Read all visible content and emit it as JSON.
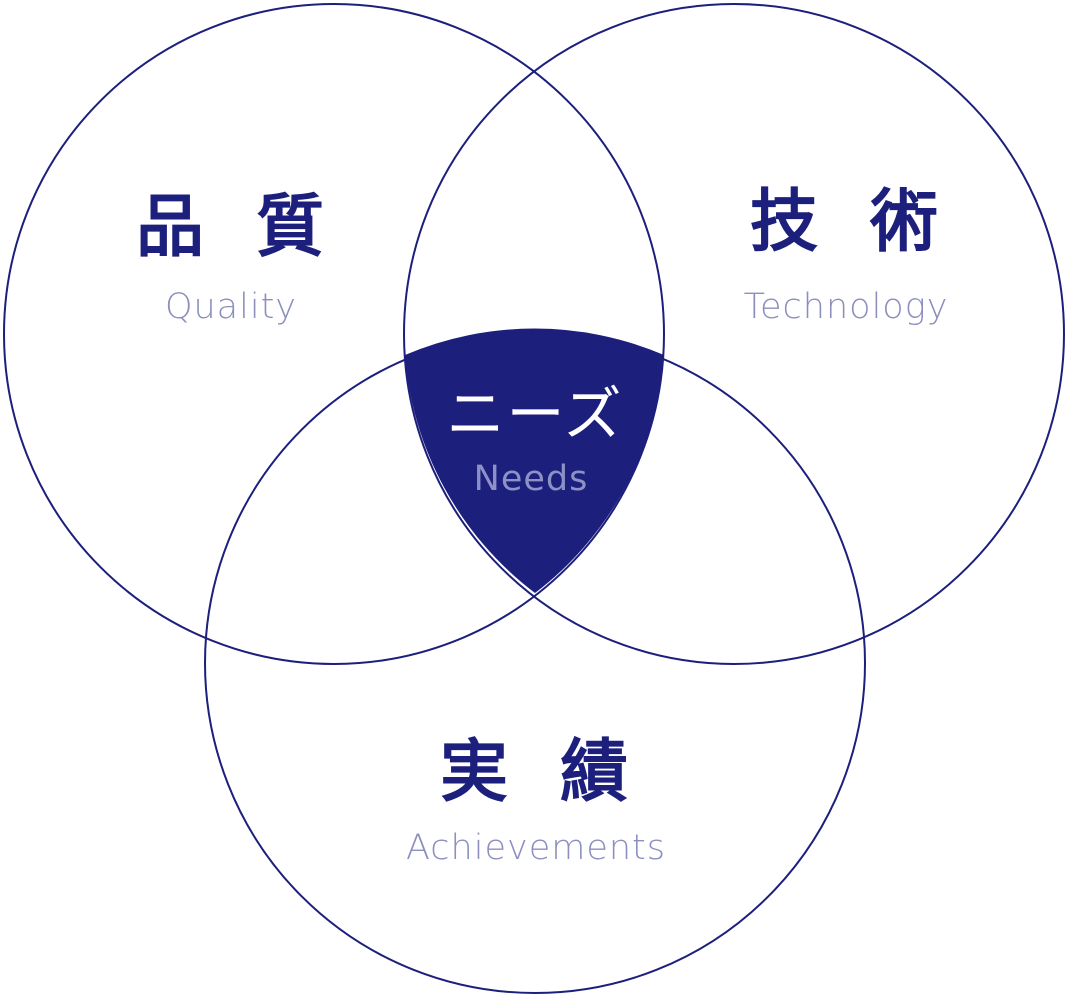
{
  "colors": {
    "primary": "#1c1f7c",
    "secondary_text": "#8c8fbd",
    "center_secondary_text": "#8e91c6",
    "background": "#ffffff",
    "center_text": "#ffffff"
  },
  "diagram": {
    "quality": {
      "jp": "品質",
      "en": "Quality"
    },
    "technology": {
      "jp": "技術",
      "en": "Technology"
    },
    "achievements": {
      "jp": "実績",
      "en": "Achievements"
    },
    "center": {
      "jp": "ニーズ",
      "en": "Needs"
    }
  }
}
